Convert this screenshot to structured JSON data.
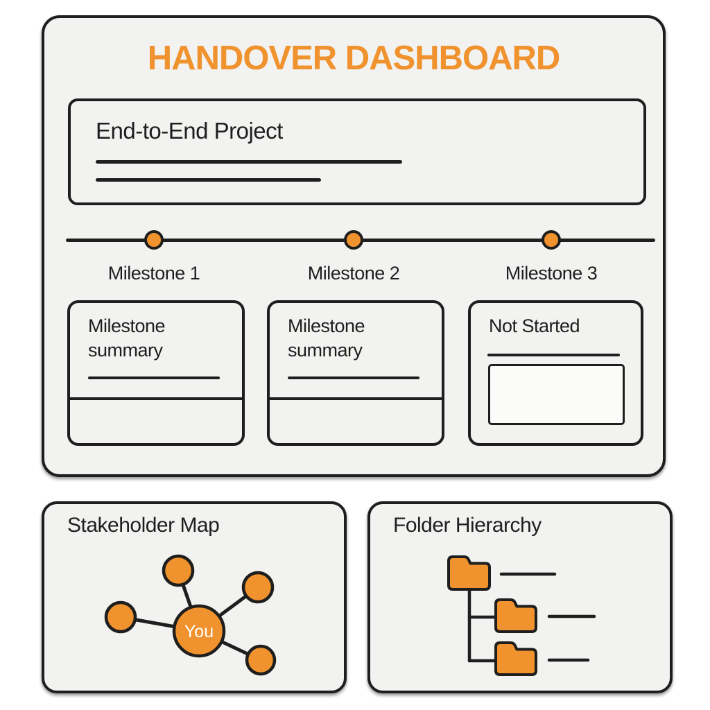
{
  "colors": {
    "accent_orange": "#F0922D",
    "ink": "#1E1E1E",
    "panel_background": "#F2F2F1",
    "inset_background": "#FBFBFA",
    "center_node_text": "#FFFFFF"
  },
  "dashboard": {
    "title": "HANDOVER DASHBOARD",
    "project_card": {
      "title": "End-to-End Project"
    },
    "timeline": {
      "milestones": [
        {
          "label": "Milestone 1"
        },
        {
          "label": "Milestone 2"
        },
        {
          "label": "Milestone 3"
        }
      ]
    },
    "cards": [
      {
        "title": "Milestone summary"
      },
      {
        "title": "Milestone summary"
      },
      {
        "title": "Not Started"
      }
    ]
  },
  "stakeholder_map": {
    "title": "Stakeholder Map",
    "center_label": "You"
  },
  "folder_hierarchy": {
    "title": "Folder Hierarchy"
  }
}
